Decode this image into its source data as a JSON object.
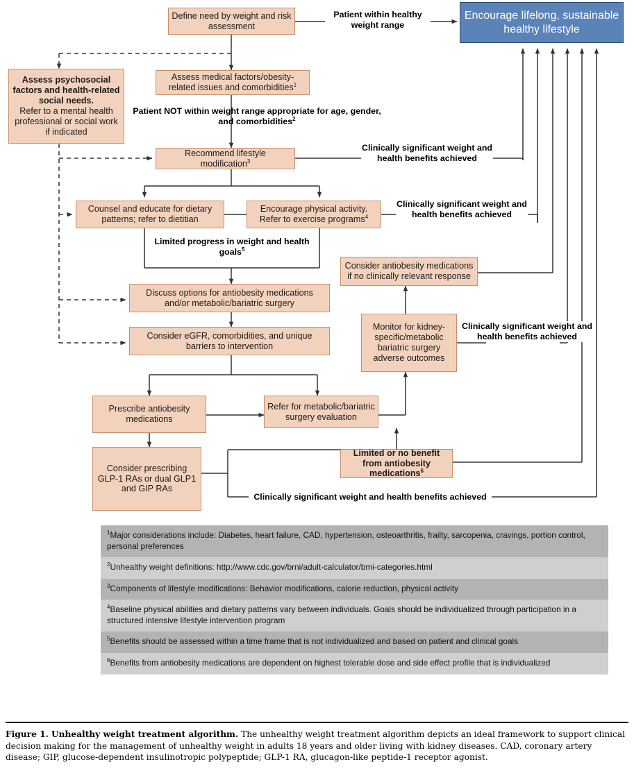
{
  "figure": {
    "title_bold": "Figure 1.  Unhealthy weight treatment algorithm.",
    "body": " The unhealthy weight treatment algorithm depicts an ideal framework to support clinical decision making for the management of unhealthy weight in adults 18 years and older living with kidney diseases. CAD, coronary artery disease; GIP, glucose-dependent insulinotropic polypeptide; GLP-1 RA, glucagon-like peptide-1 receptor agonist."
  },
  "colors": {
    "node_fill": "#f2d2bd",
    "node_border": "#c98f69",
    "goal_fill": "#5b83b8",
    "goal_border": "#2d4d77",
    "goal_text": "#ffffff",
    "line": "#333333",
    "note_dark": "#b3b3b3",
    "note_light": "#cfcfcf"
  },
  "nodes": {
    "define_need": "Define need by weight and risk assessment",
    "assess_psychosocial_bold": "Assess psychosocial factors and health-related social needs.",
    "assess_psychosocial_rest": "Refer to a mental health professional or social work if indicated",
    "assess_medical": "Assess medical factors/obesity-related issues and comorbidities",
    "assess_medical_sup": "1",
    "goal": "Encourage lifelong, sustainable healthy lifestyle",
    "recommend_lifestyle": "Recommend lifestyle modification",
    "recommend_lifestyle_sup": "3",
    "counsel_dietary": "Counsel and educate for dietary patterns; refer to dietitian",
    "encourage_activity": "Encourage physical activity. Refer to exercise programs",
    "encourage_activity_sup": "4",
    "discuss_options": "Discuss options for antiobesity medications and/or metabolic/bariatric surgery",
    "consider_egfr": "Consider eGFR, comorbidities, and unique barriers to intervention",
    "consider_antiobesity": "Consider antiobesity medications if no clinically relevant response",
    "monitor_adverse": "Monitor for kidney-specific/metabolic bariatric surgery adverse outcomes",
    "prescribe_meds": "Prescribe antiobesity medications",
    "refer_surgery": "Refer for metabolic/bariatric surgery evaluation",
    "consider_glp": "Consider prescribing GLP-1 RAs or dual GLP1 and  GIP RAs",
    "limited_benefit": "Limited or no benefit from antiobesity medications",
    "limited_benefit_sup": "6"
  },
  "edge_labels": {
    "patient_within_healthy": "Patient within healthy weight range",
    "patient_not_within": "Patient NOT within weight range appropriate for age, gender, and comorbidities",
    "patient_not_within_sup": "2",
    "clin_sig_1": "Clinically significant weight and health benefits achieved",
    "clin_sig_2": "Clinically significant weight and health benefits achieved",
    "clin_sig_3": "Clinically significant weight and health benefits achieved",
    "clin_sig_4": "Clinically significant weight and health benefits achieved",
    "limited_progress": "Limited progress in weight and health goals",
    "limited_progress_sup": "5"
  },
  "footnotes": [
    {
      "marker": "1",
      "text": "Major considerations include: Diabetes, heart failure, CAD, hypertension, osteoarthritis, frailty, sarcopenia, cravings, portion control, personal preferences",
      "shade": "dk"
    },
    {
      "marker": "2",
      "text": "Unhealthy weight definitions: http://www.cdc.gov/brni/adult-calculator/bmi-categories.html",
      "shade": "lt"
    },
    {
      "marker": "3",
      "text": "Components of lifestyle modifications: Behavior modifications, calorie reduction, physical activity",
      "shade": "dk"
    },
    {
      "marker": "4",
      "text": "Baseline physical abilities and dietary patterns vary between individuals. Goals should be individualized through participation in a structured intensive lifestyle intervention program",
      "shade": "lt"
    },
    {
      "marker": "5",
      "text": "Benefits should be assessed within a time frame that is not individualized and based on patient and clinical goals",
      "shade": "dk"
    },
    {
      "marker": "6",
      "text": "Benefits from antiobesity medications are dependent on highest tolerable dose and side effect profile that is individualized",
      "shade": "lt"
    }
  ]
}
